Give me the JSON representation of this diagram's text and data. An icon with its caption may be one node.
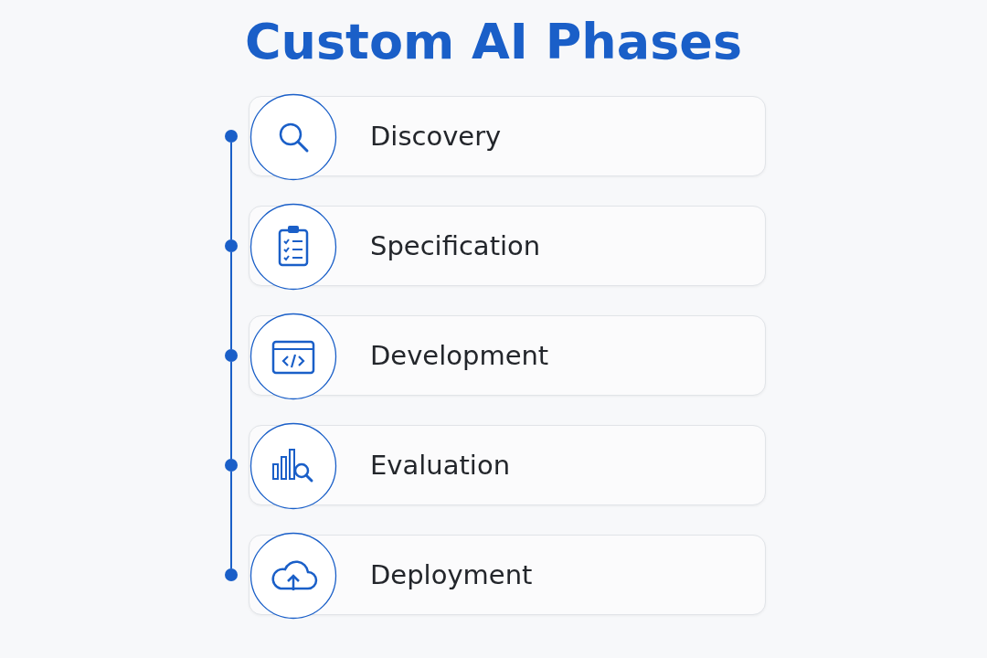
{
  "diagram": {
    "title": "Custom AI Phases",
    "nodes": [
      {
        "text": [
          "Discovery"
        ]
      },
      {
        "text": [
          "Specification"
        ]
      },
      {
        "text": [
          "Development"
        ]
      },
      {
        "text": [
          "Evaluation"
        ]
      },
      {
        "text": [
          "Deployment"
        ]
      },
      {
        "text": [],
        "shape": "circle"
      },
      {
        "text": [],
        "shape": "circle"
      },
      {
        "text": [],
        "shape": "circle"
      },
      {
        "text": [],
        "shape": "circle"
      },
      {
        "text": [],
        "shape": "circle"
      }
    ],
    "edges": [
      {
        "from": 5,
        "to": 6,
        "arrow": "none"
      },
      {
        "from": 6,
        "to": 7,
        "arrow": "none"
      },
      {
        "from": 7,
        "to": 8,
        "arrow": "none"
      },
      {
        "from": 8,
        "to": 9,
        "arrow": "none"
      }
    ]
  }
}
